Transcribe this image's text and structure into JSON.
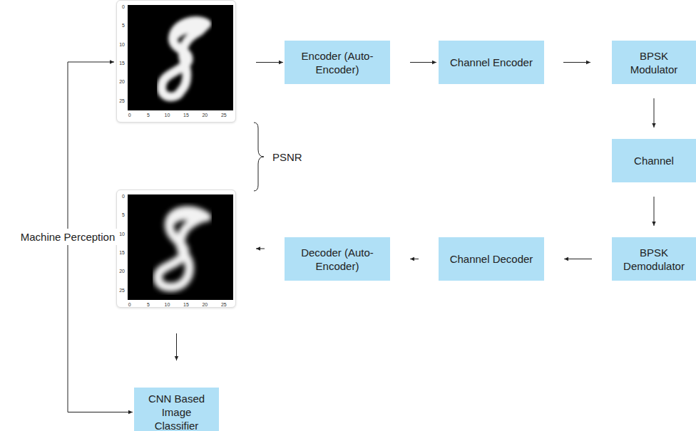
{
  "diagram": {
    "nodes": [
      {
        "text": [
          "0",
          "5",
          "10",
          "15",
          "20",
          "25",
          "0",
          "5",
          "10",
          "15",
          "20",
          "25"
        ]
      },
      {
        "text": [
          "Encoder (Auto-Encoder)"
        ]
      },
      {
        "text": [
          "Channel Encoder"
        ]
      },
      {
        "text": [
          "BPSK Modulator"
        ]
      },
      {
        "text": [
          "Channel"
        ]
      },
      {
        "text": [
          "BPSK Demodulator"
        ]
      },
      {
        "text": [
          "Channel Decoder"
        ]
      },
      {
        "text": [
          "Decoder (Auto-Encoder)"
        ]
      },
      {
        "text": [
          "0",
          "5",
          "10",
          "15",
          "20",
          "25",
          "0",
          "5",
          "10",
          "15",
          "20",
          "25"
        ]
      },
      {
        "text": [
          "CNN Based Image Classifier"
        ]
      }
    ],
    "edges": [
      {
        "from": 0,
        "to": 1,
        "arrow": "to"
      },
      {
        "from": 1,
        "to": 2,
        "arrow": "to"
      },
      {
        "from": 2,
        "to": 3,
        "arrow": "to"
      },
      {
        "from": 3,
        "to": 4,
        "arrow": "to"
      },
      {
        "from": 4,
        "to": 5,
        "arrow": "to"
      },
      {
        "from": 5,
        "to": 6,
        "arrow": "to"
      },
      {
        "from": 6,
        "to": 7,
        "arrow": "to"
      },
      {
        "from": 7,
        "to": 8,
        "arrow": "to"
      },
      {
        "from": 8,
        "to": 9,
        "arrow": "to"
      },
      {
        "from": 0,
        "to": 9,
        "label": "Machine Perception",
        "arrow": "both"
      }
    ],
    "labels": [
      "PSNR"
    ]
  }
}
